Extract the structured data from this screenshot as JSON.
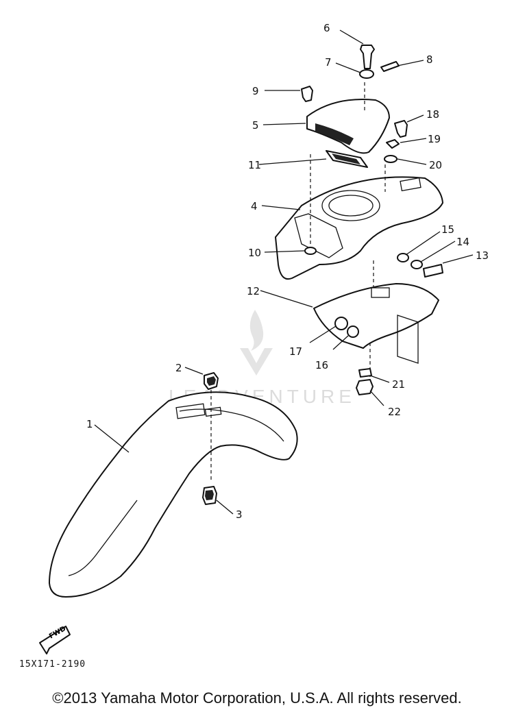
{
  "diagram": {
    "callouts": [
      "1",
      "2",
      "3",
      "4",
      "5",
      "6",
      "7",
      "8",
      "9",
      "10",
      "11",
      "12",
      "13",
      "14",
      "15",
      "16",
      "17",
      "18",
      "19",
      "20",
      "21",
      "22"
    ],
    "direction_label": "FWD",
    "code": "15X171-2190"
  },
  "watermark": {
    "text": "LEADVENTURE"
  },
  "footer": {
    "copyright": "©2013 Yamaha Motor Corporation, U.S.A. All rights reserved."
  },
  "colors": {
    "line": "#111111",
    "watermark": "#dcdcdc",
    "background": "#ffffff"
  }
}
